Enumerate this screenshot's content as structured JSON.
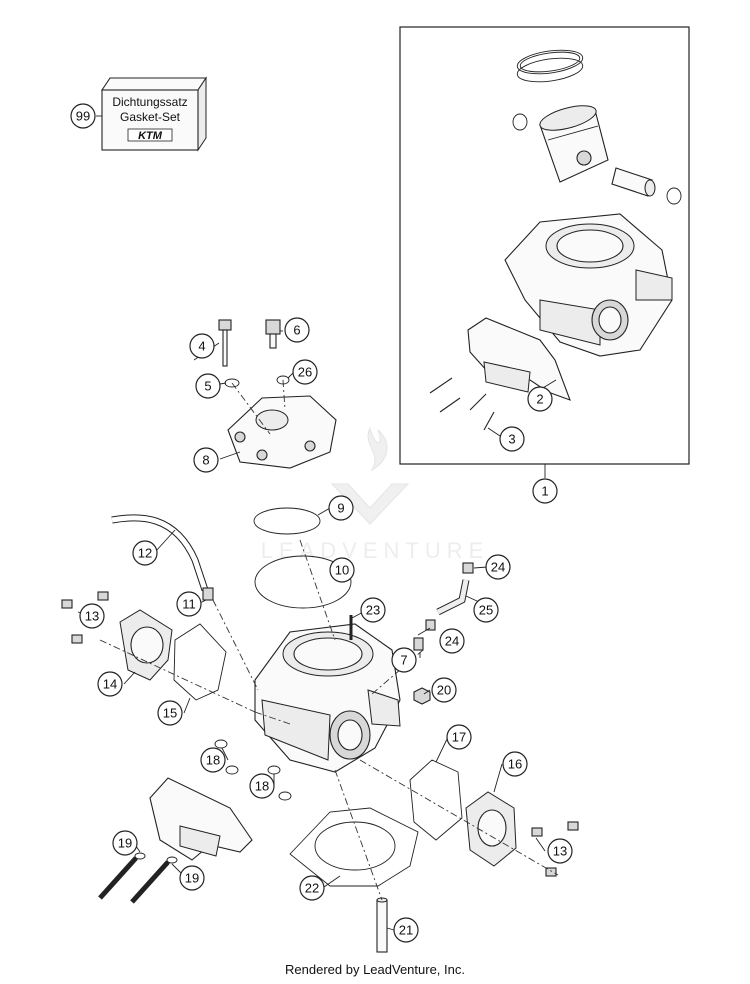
{
  "gasket_set": {
    "line1": "Dichtungssatz",
    "line2": "Gasket-Set",
    "brand": "KTM"
  },
  "watermark": "LEADVENTURE",
  "footer": "Rendered by LeadVenture, Inc.",
  "callouts": {
    "c1": "1",
    "c2": "2",
    "c3": "3",
    "c4": "4",
    "c5": "5",
    "c6": "6",
    "c7": "7",
    "c8": "8",
    "c9": "9",
    "c10": "10",
    "c11": "11",
    "c12": "12",
    "c13a": "13",
    "c13b": "13",
    "c14": "14",
    "c15": "15",
    "c16": "16",
    "c17": "17",
    "c18a": "18",
    "c18b": "18",
    "c19a": "19",
    "c19b": "19",
    "c20": "20",
    "c21": "21",
    "c22": "22",
    "c23": "23",
    "c24a": "24",
    "c24b": "24",
    "c25": "25",
    "c26": "26",
    "c99": "99"
  }
}
